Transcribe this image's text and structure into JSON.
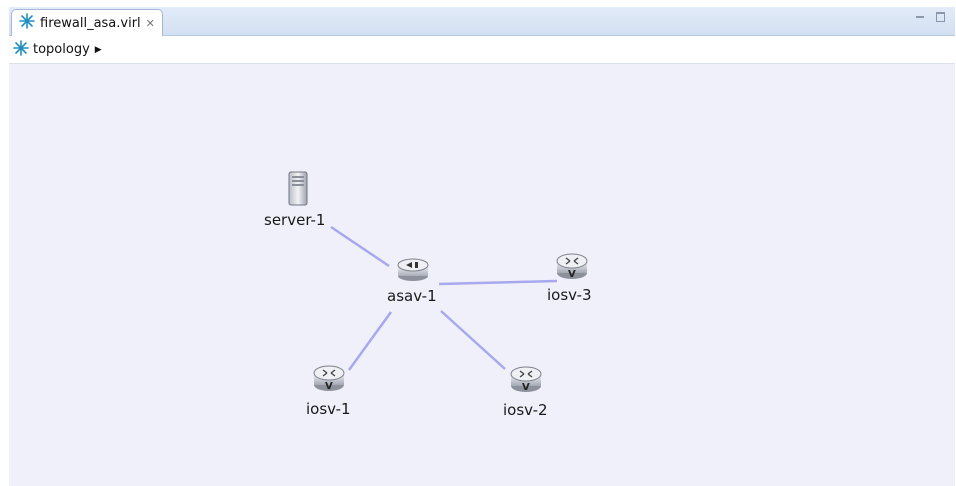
{
  "editor": {
    "tab": {
      "label": "firewall_asa.virl",
      "icon": "topology-icon"
    },
    "breadcrumb": {
      "label": "topology",
      "icon": "topology-icon"
    }
  },
  "colors": {
    "accent": "#1f8fbf",
    "canvas_bg": "#f0f0fa",
    "link": "#a7a8ee"
  },
  "topology": {
    "nodes": [
      {
        "id": "server-1",
        "label": "server-1",
        "icon": "server-icon"
      },
      {
        "id": "asav-1",
        "label": "asav-1",
        "icon": "asa-firewall-icon"
      },
      {
        "id": "iosv-3",
        "label": "iosv-3",
        "icon": "router-icon"
      },
      {
        "id": "iosv-1",
        "label": "iosv-1",
        "icon": "router-icon"
      },
      {
        "id": "iosv-2",
        "label": "iosv-2",
        "icon": "router-icon"
      }
    ],
    "links": [
      [
        "server-1",
        "asav-1"
      ],
      [
        "asav-1",
        "iosv-3"
      ],
      [
        "asav-1",
        "iosv-1"
      ],
      [
        "asav-1",
        "iosv-2"
      ]
    ]
  }
}
